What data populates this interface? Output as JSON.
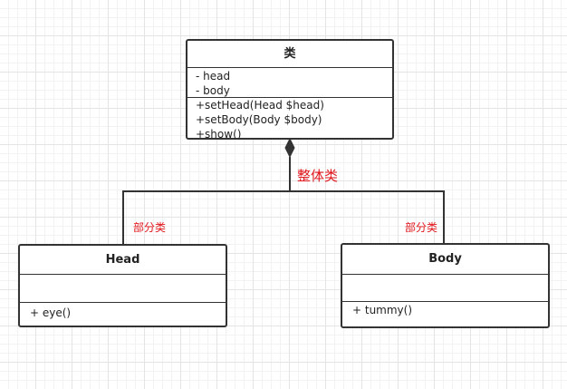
{
  "diagram": {
    "whole_class": {
      "name": "类",
      "attributes": [
        "- head",
        "- body"
      ],
      "methods": [
        "+setHead(Head $head)",
        "+setBody(Body $body)",
        "+show()"
      ]
    },
    "composition_label": "整体类",
    "part_label_left": "部分类",
    "part_label_right": "部分类",
    "head_class": {
      "name": "Head",
      "attributes": [],
      "methods": [
        "+ eye()"
      ]
    },
    "body_class": {
      "name": "Body",
      "attributes": [],
      "methods": [
        "+ tummy()"
      ]
    },
    "colors": {
      "line": "#333333",
      "label": "#e0151b",
      "grid": "#e4e4e4"
    }
  }
}
